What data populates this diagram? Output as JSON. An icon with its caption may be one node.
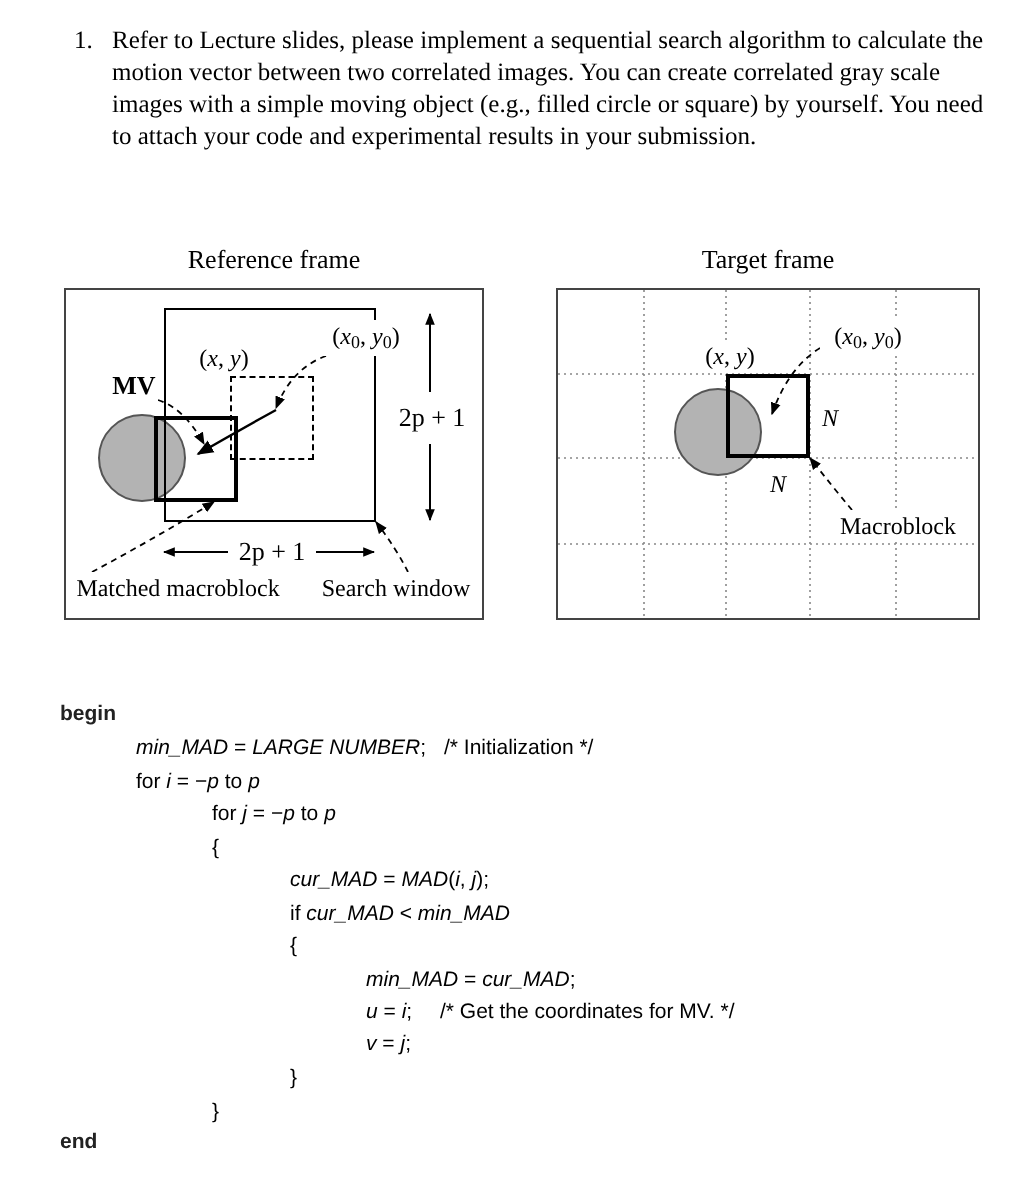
{
  "diagram": {
    "nodes": [
      {
        "text": [
          "Reference frame"
        ]
      },
      {
        "text": [],
        "shape": "box",
        "in": 0
      },
      {
        "text": [],
        "shape": "box",
        "in": 1
      },
      {
        "text": [],
        "shape": "box",
        "in": 0
      },
      {
        "text": [],
        "shape": "circle",
        "in": 0
      },
      {
        "text": [
          "(*x*, *y*)"
        ],
        "in": 1
      },
      {
        "text": [
          "(*x*$_{0}$, *y*$_{0}$)"
        ],
        "in": 0
      },
      {
        "text": [
          "MV"
        ],
        "in": 0
      },
      {
        "text": [
          "Matched macroblock"
        ],
        "in": 0
      },
      {
        "text": [
          "Search window"
        ],
        "in": 0
      },
      {
        "text": [
          "Target frame"
        ]
      },
      {
        "text": [],
        "shape": "box",
        "in": 10,
        "beside": [
          "*N*",
          "*N*"
        ]
      },
      {
        "text": [],
        "shape": "circle",
        "in": 10
      },
      {
        "text": [
          "(*x*, *y*)"
        ],
        "in": 10
      },
      {
        "text": [
          "(*x*$_{0}$, *y*$_{0}$)"
        ],
        "in": 10
      },
      {
        "text": [
          "Macroblock"
        ],
        "in": 10
      }
    ],
    "edges": [
      {
        "from": 7,
        "to": 3,
        "arrow": "to",
        "style": "dashed"
      },
      {
        "from": 6,
        "to": 2,
        "arrow": "to",
        "style": "dashed"
      },
      {
        "from": 8,
        "to": 3,
        "arrow": "to",
        "style": "dashed"
      },
      {
        "from": 9,
        "to": 1,
        "arrow": "to",
        "style": "dashed"
      },
      {
        "from": 14,
        "to": 11,
        "arrow": "to",
        "style": "dashed"
      },
      {
        "from": 15,
        "to": 11,
        "arrow": "to",
        "style": "dashed"
      },
      {
        "from": 2,
        "to": 3,
        "arrow": "to"
      }
    ],
    "labels": [
      "1.",
      "Refer to Lecture slides, please implement a sequential search algorithm to calculate the motion vector between two correlated images. You can create correlated gray scale images with a simple moving object (e.g., filled circle or square) by yourself. You need to attach your code and experimental results in your submission.",
      "2p + 1",
      "2p + 1",
      "begin",
      "*min_MAD* = *LARGE NUMBER*;",
      "/* Initialization */",
      "for *i* = −*p* to *p*",
      "for *j* = −*p* to *p*",
      "{",
      "*cur_MAD* = *MAD*(*i*, *j*);",
      "if *cur_MAD*  <  *min_MAD*",
      "{",
      "*min_MAD* = *cur_MAD*;",
      "*u* = *i*;",
      "/* Get the coordinates for MV. */",
      "*v* = *j*;",
      "}",
      "}",
      "end"
    ]
  }
}
